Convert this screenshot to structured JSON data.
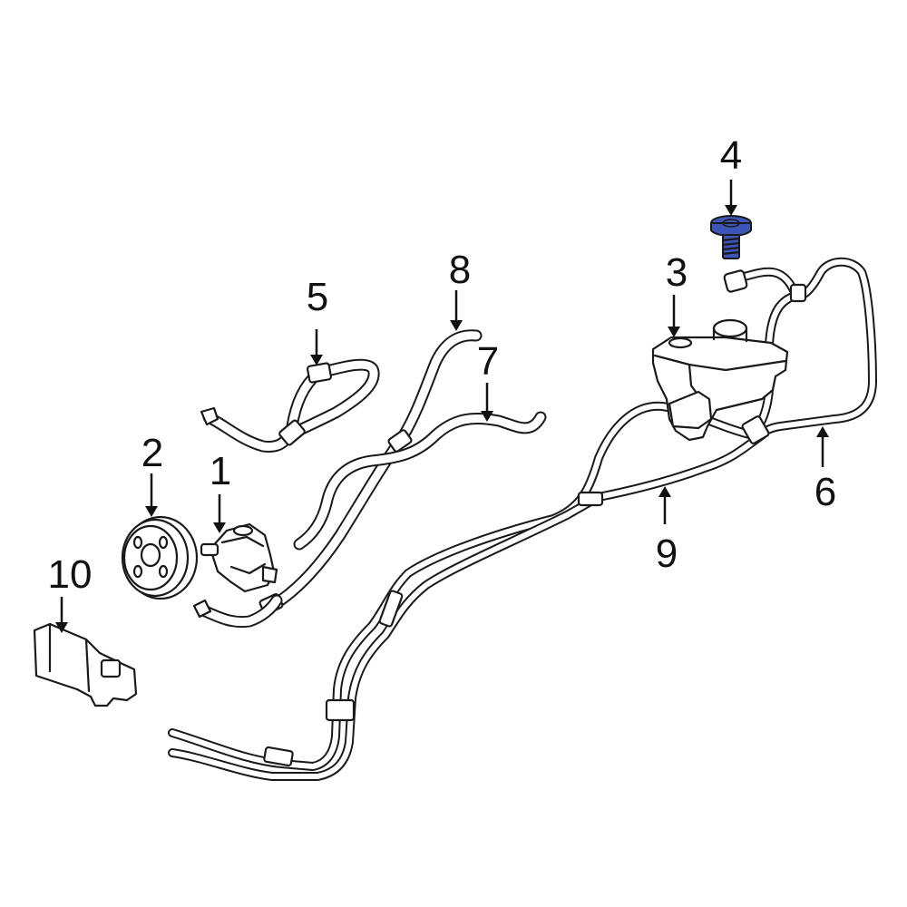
{
  "diagram": {
    "highlight_color": "#3d55b8",
    "callouts": [
      {
        "id": "c1",
        "label": "1",
        "part": "power-steering-pump"
      },
      {
        "id": "c2",
        "label": "2",
        "part": "pump-pulley"
      },
      {
        "id": "c3",
        "label": "3",
        "part": "reservoir"
      },
      {
        "id": "c4",
        "label": "4",
        "part": "reservoir-bolt",
        "highlighted": true
      },
      {
        "id": "c5",
        "label": "5",
        "part": "pressure-hose"
      },
      {
        "id": "c6",
        "label": "6",
        "part": "return-hose"
      },
      {
        "id": "c7",
        "label": "7",
        "part": "return-hose"
      },
      {
        "id": "c8",
        "label": "8",
        "part": "pressure-line"
      },
      {
        "id": "c9",
        "label": "9",
        "part": "cooler-line"
      },
      {
        "id": "c10",
        "label": "10",
        "part": "steering-gear"
      }
    ]
  }
}
